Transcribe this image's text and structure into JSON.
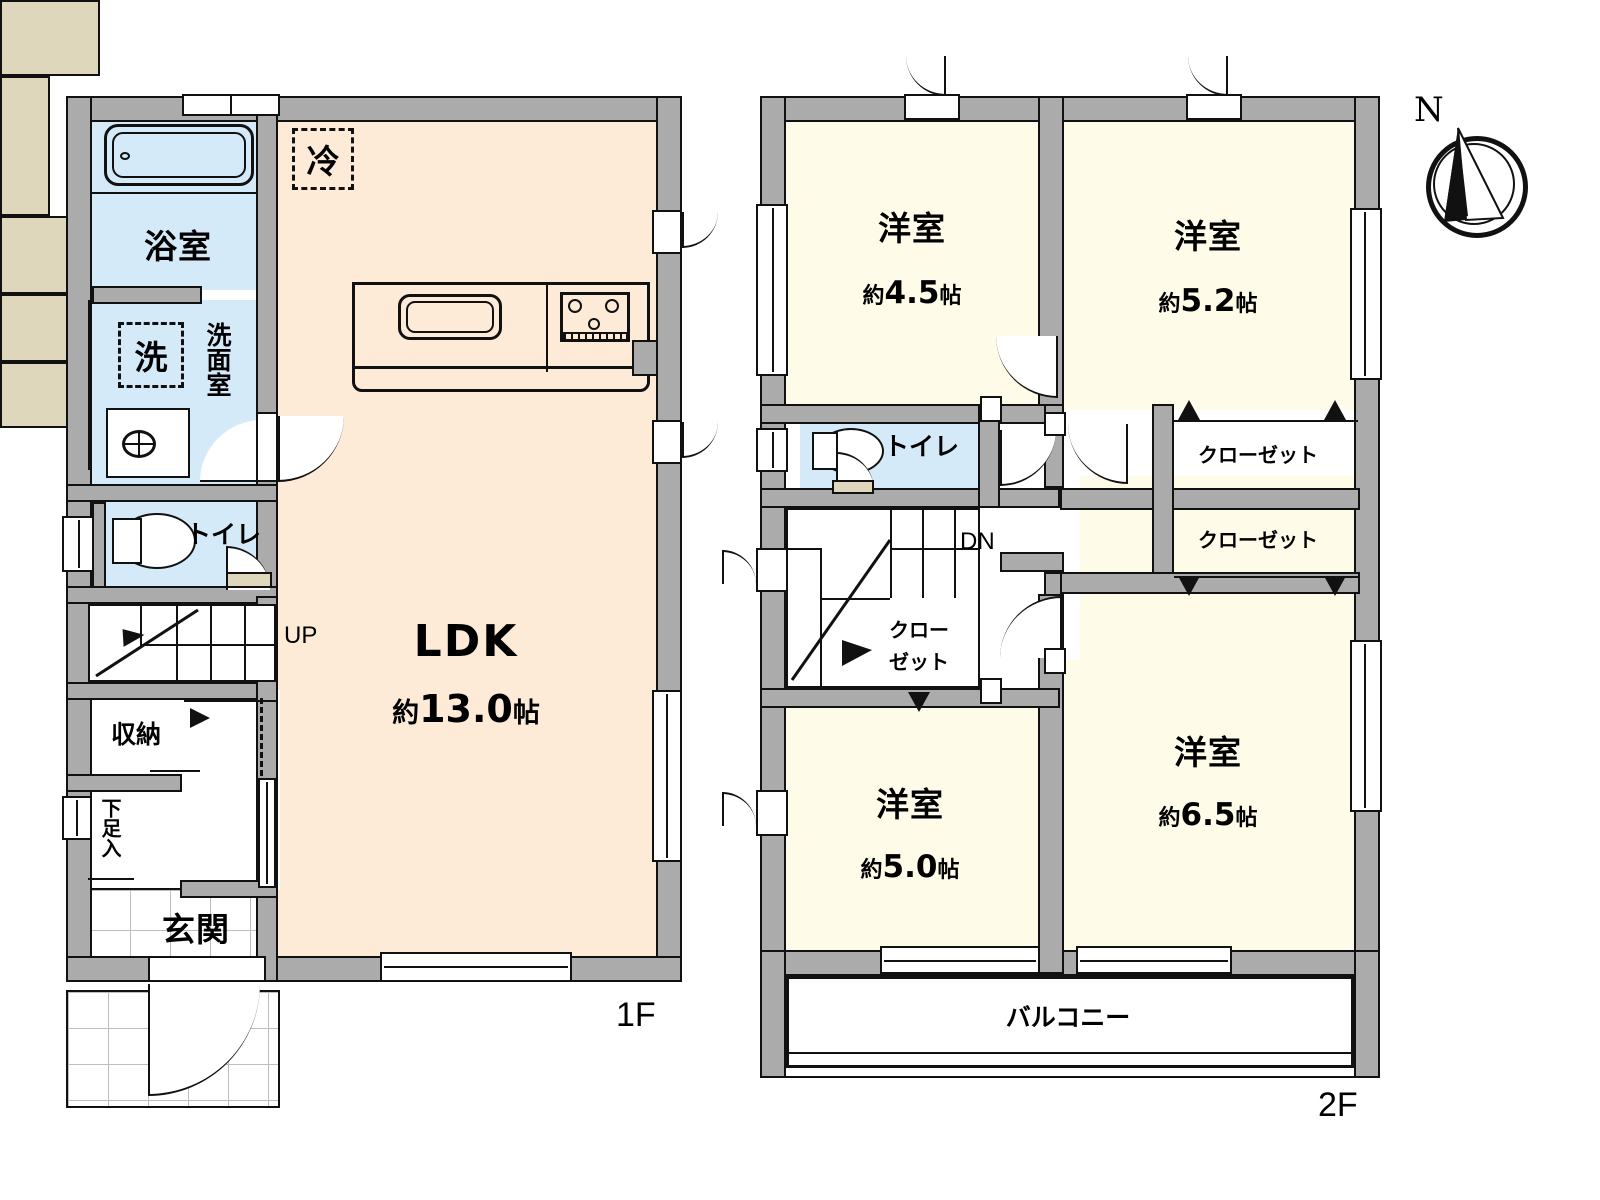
{
  "floors": {
    "first": {
      "label": "1F"
    },
    "second": {
      "label": "2F"
    }
  },
  "compass": {
    "north_label": "N",
    "icon": "north-arrow-icon"
  },
  "first_floor": {
    "rooms": [
      {
        "key": "ldk",
        "name": "LDK",
        "area": "約13.0帖",
        "type": "living-dining-kitchen"
      },
      {
        "key": "bathroom",
        "name": "浴室",
        "area": "",
        "type": "bathroom"
      },
      {
        "key": "washroom",
        "name": "洗面室",
        "area": "",
        "type": "washroom"
      },
      {
        "key": "toilet",
        "name": "トイレ",
        "area": "",
        "type": "toilet"
      },
      {
        "key": "entrance",
        "name": "玄関",
        "area": "",
        "type": "entrance"
      },
      {
        "key": "storage",
        "name": "収納",
        "area": "",
        "type": "storage-closet"
      },
      {
        "key": "shoebox",
        "name": "下足入",
        "area": "",
        "type": "shoe-cabinet"
      }
    ],
    "markers": [
      {
        "key": "fridge",
        "label": "冷",
        "type": "refrigerator-space"
      },
      {
        "key": "washer",
        "label": "洗",
        "type": "washing-machine-space"
      },
      {
        "key": "stairs_up",
        "label": "UP",
        "type": "stairs-direction"
      }
    ]
  },
  "second_floor": {
    "rooms": [
      {
        "key": "western_45",
        "name": "洋室",
        "area": "約4.5帖",
        "type": "western-room"
      },
      {
        "key": "western_52",
        "name": "洋室",
        "area": "約5.2帖",
        "type": "western-room"
      },
      {
        "key": "western_50",
        "name": "洋室",
        "area": "約5.0帖",
        "type": "western-room"
      },
      {
        "key": "western_65",
        "name": "洋室",
        "area": "約6.5帖",
        "type": "western-room"
      },
      {
        "key": "toilet2",
        "name": "トイレ",
        "area": "",
        "type": "toilet"
      },
      {
        "key": "balcony",
        "name": "バルコニー",
        "area": "",
        "type": "balcony"
      }
    ],
    "closets": [
      {
        "key": "closet_a",
        "label": "クローゼット"
      },
      {
        "key": "closet_b",
        "label": "クローゼット"
      },
      {
        "key": "closet_c_line1",
        "label": "クロー"
      },
      {
        "key": "closet_c_line2",
        "label": "ゼット"
      }
    ],
    "markers": [
      {
        "key": "stairs_down",
        "label": "DN",
        "type": "stairs-direction"
      }
    ]
  },
  "colors": {
    "wall": "#ababab",
    "ldk_fill": "#fdebd8",
    "bedroom_fill": "#fefbe8",
    "wet_fill": "#d5eaf9",
    "closet_fill": "#ded7bc",
    "outline": "#111111"
  }
}
